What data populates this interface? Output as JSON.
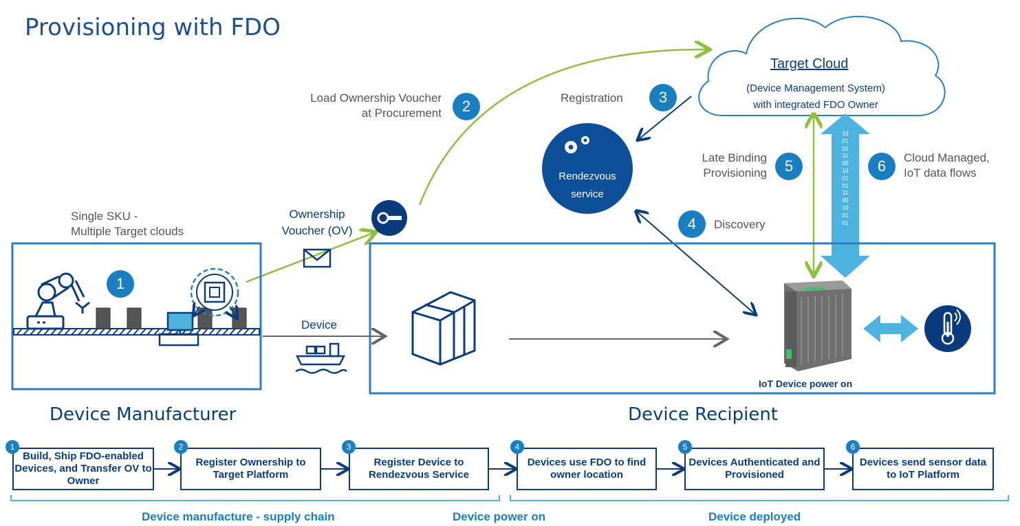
{
  "title": "Provisioning with FDO",
  "cloud": {
    "title": "Target Cloud",
    "line1": "(Device Management System)",
    "line2": "with integrated FDO Owner"
  },
  "rendezvous": {
    "line1": "Rendezvous",
    "line2": "service"
  },
  "labels": {
    "load_ov_1": "Load Ownership Voucher",
    "load_ov_2": "at Procurement",
    "registration": "Registration",
    "late_binding_1": "Late Binding",
    "late_binding_2": "Provisioning",
    "cloud_managed_1": "Cloud Managed,",
    "cloud_managed_2": "IoT data flows",
    "discovery": "Discovery",
    "single_sku_1": "Single SKU -",
    "single_sku_2": "Multiple Target clouds",
    "ov_1": "Ownership",
    "ov_2": "Voucher (OV)",
    "device": "Device",
    "iot_power_on": "IoT Device power on"
  },
  "badges": [
    "1",
    "2",
    "3",
    "4",
    "5",
    "6"
  ],
  "binary_digits": [
    "10",
    "01",
    "01",
    "11",
    "00",
    "10",
    "01",
    "01",
    "11",
    "00",
    "10",
    "01",
    "01"
  ],
  "sections": {
    "manufacturer": "Device Manufacturer",
    "recipient": "Device Recipient"
  },
  "steps": [
    {
      "num": "1",
      "text": "Build, Ship FDO-enabled Devices, and Transfer OV to Owner"
    },
    {
      "num": "2",
      "text": "Register Ownership to Target Platform"
    },
    {
      "num": "3",
      "text": "Register Device to Rendezvous Service"
    },
    {
      "num": "4",
      "text": "Devices use FDO to find owner location"
    },
    {
      "num": "5",
      "text": "Devices Authenticated and Provisioned"
    },
    {
      "num": "6",
      "text": "Devices send sensor data to IoT Platform"
    }
  ],
  "phases": {
    "supply_chain": "Device manufacture - supply chain",
    "power_on": "Device power on",
    "deployed": "Device deployed"
  },
  "colors": {
    "navy": "#0a3c7d",
    "accent": "#1a7fc1",
    "green": "#8dc03f",
    "light_blue": "#4fb3e0"
  }
}
